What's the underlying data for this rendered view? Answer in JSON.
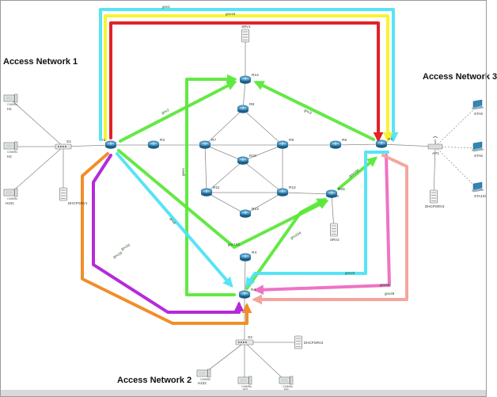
{
  "network_labels": {
    "an1": "Access Network 1",
    "an2": "Access Network 2",
    "an3": "Access Network 3"
  },
  "colors": {
    "gnv1": "#4fe3f5",
    "gnv15": "#f7f32a",
    "red": "#e0181c",
    "green": "#5be83a",
    "cyan": "#4fe3f5",
    "pink": "#ee6cc2",
    "salmon": "#f4a19a",
    "orange": "#f08a1f",
    "magenta": "#b21fd9",
    "link": "#8d8d8d",
    "router": "#2c78a6"
  },
  "routers": [
    {
      "id": "R1",
      "label": "r1"
    },
    {
      "id": "R2",
      "label": "R2"
    },
    {
      "id": "R3",
      "label": "R3"
    },
    {
      "id": "R4",
      "label": "R4"
    },
    {
      "id": "R5",
      "label": "R5"
    },
    {
      "id": "R6",
      "label": "R6"
    },
    {
      "id": "R7",
      "label": "R7"
    },
    {
      "id": "R8",
      "label": "R8"
    },
    {
      "id": "R9",
      "label": "R9"
    },
    {
      "id": "R10",
      "label": "R10"
    },
    {
      "id": "R11",
      "label": "R11"
    },
    {
      "id": "R12",
      "label": "R12"
    },
    {
      "id": "R13",
      "label": "R13"
    },
    {
      "id": "R14",
      "label": "R14"
    },
    {
      "id": "R15",
      "label": "R15"
    },
    {
      "id": "R18",
      "label": "R18"
    }
  ],
  "switches": [
    {
      "id": "S1",
      "label": "S1"
    },
    {
      "id": "S2",
      "label": "S2"
    }
  ],
  "access_point": {
    "id": "AP1",
    "label": "AP1"
  },
  "servers": [
    {
      "id": "SRV1",
      "label": "SRV1"
    },
    {
      "id": "SRV2",
      "label": "SRV2"
    },
    {
      "id": "DHCPSRV1",
      "label": "DHCPSRV1"
    },
    {
      "id": "DHCPSRV2",
      "label": "DHCPSRV2"
    },
    {
      "id": "DHCPSRV3",
      "label": "DHCPSRV3"
    }
  ],
  "hosts": [
    {
      "id": "H1",
      "label": "H1"
    },
    {
      "id": "H2",
      "label": "H2"
    },
    {
      "id": "H101",
      "label": "H101"
    },
    {
      "id": "H102",
      "label": "H102"
    },
    {
      "id": "H3",
      "label": "H3"
    },
    {
      "id": "H4",
      "label": "H4"
    }
  ],
  "stations": [
    {
      "id": "STA5",
      "label": "STA5"
    },
    {
      "id": "STA6",
      "label": "STA6"
    },
    {
      "id": "STA103",
      "label": "STA103"
    }
  ],
  "host_sublabel": "CMMRs",
  "paths": [
    {
      "id": "gnv1",
      "label": "gnv1"
    },
    {
      "id": "gnv15",
      "label": "gnv15"
    },
    {
      "id": "gnv2",
      "label": "gnv2"
    },
    {
      "id": "gnv3",
      "label": "gnv3"
    },
    {
      "id": "gnv4",
      "label": "gnv4"
    },
    {
      "id": "gnv6",
      "label": "gnv6"
    },
    {
      "id": "gnv8",
      "label": "gnv8"
    },
    {
      "id": "gnv103",
      "label": "gnv103"
    },
    {
      "id": "gnv104",
      "label": "gnv104"
    },
    {
      "id": "gnv105",
      "label": "gnv105"
    },
    {
      "id": "gnv16",
      "label": "gnv16"
    },
    {
      "id": "gnv18",
      "label": "gnv18"
    },
    {
      "id": "gnv46",
      "label": "gnv46"
    },
    {
      "id": "gnv28",
      "label": "gnv28"
    },
    {
      "id": "gnv22",
      "label": "gnv22"
    }
  ]
}
